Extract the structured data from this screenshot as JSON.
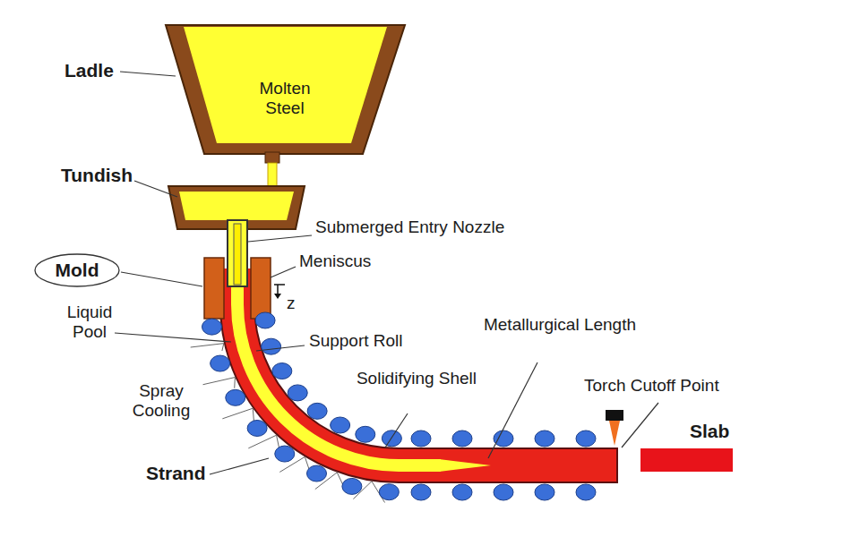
{
  "diagram": {
    "nodes": [
      {
        "text": [
          "Molten Steel"
        ]
      },
      {
        "text": [
          "Mold"
        ]
      }
    ],
    "labels": [
      "Ladle",
      "Tundish",
      "Submerged Entry Nozzle",
      "Meniscus",
      "z",
      "Liquid Pool",
      "Support Roll",
      "Spray Cooling",
      "Solidifying Shell",
      "Metallurgical Length",
      "Torch Cutoff Point",
      "Slab",
      "Strand"
    ]
  }
}
